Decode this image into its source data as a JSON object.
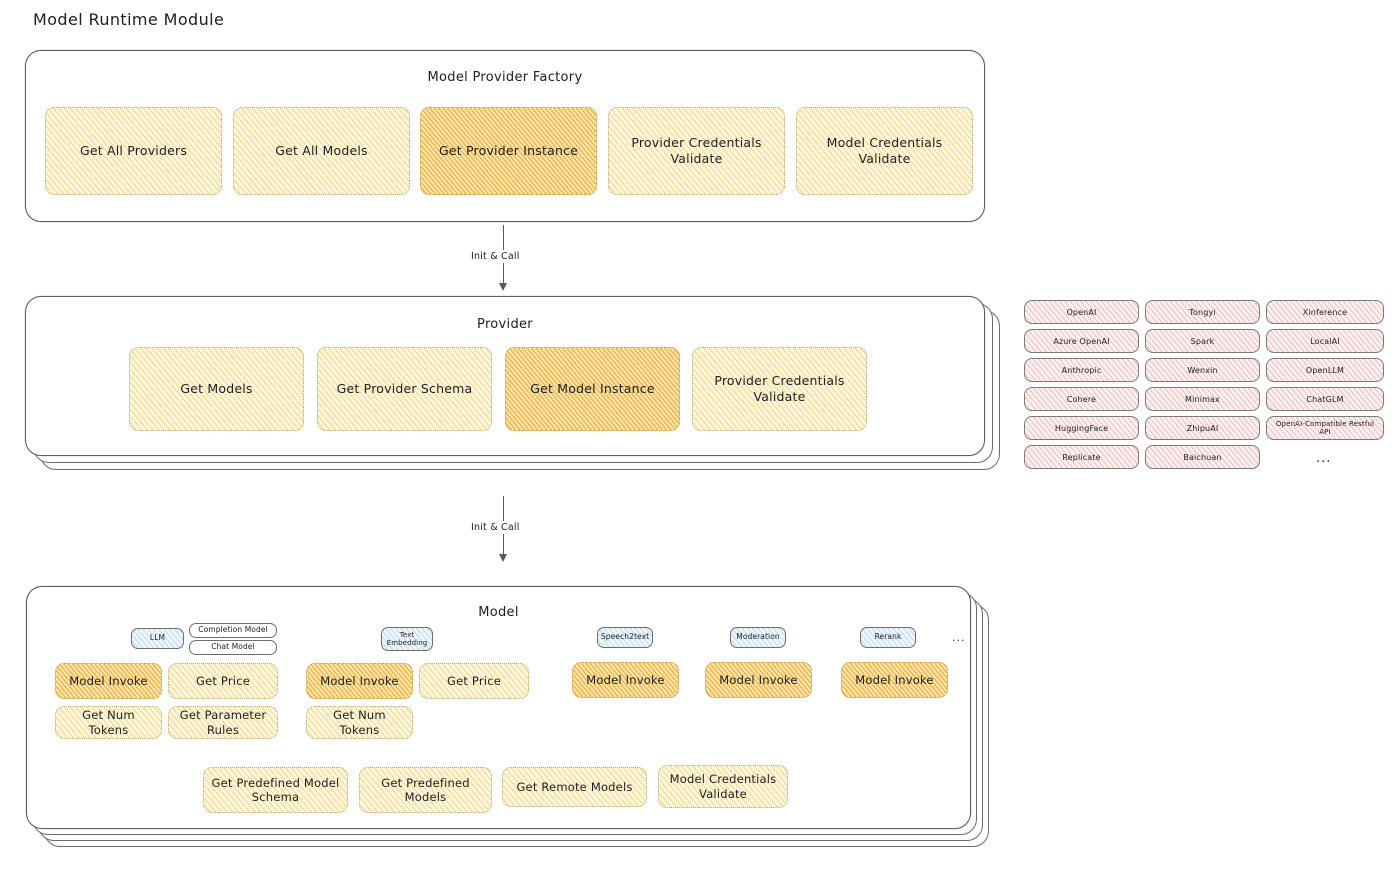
{
  "diagram": {
    "title": "Model Runtime Module",
    "type": "architecture-diagram",
    "colors": {
      "highlight_fill": "#f3c76a",
      "node_fill": "#fdf6de",
      "provider_fill": "#fdf0f0",
      "chip_fill": "#eef6fc",
      "stroke": "#5c5c5c",
      "text": "#1e1e1e"
    }
  },
  "layers": {
    "factory": {
      "title": "Model Provider Factory",
      "nodes": [
        {
          "label": "Get All Providers",
          "highlighted": false
        },
        {
          "label": "Get All Models",
          "highlighted": false
        },
        {
          "label": "Get Provider Instance",
          "highlighted": true
        },
        {
          "label": "Provider Credentials Validate",
          "highlighted": false
        },
        {
          "label": "Model Credentials Validate",
          "highlighted": false
        }
      ]
    },
    "provider": {
      "title": "Provider",
      "stacked": true,
      "nodes": [
        {
          "label": "Get Models",
          "highlighted": false
        },
        {
          "label": "Get Provider Schema",
          "highlighted": false
        },
        {
          "label": "Get Model Instance",
          "highlighted": true
        },
        {
          "label": "Provider Credentials Validate",
          "highlighted": false
        }
      ]
    },
    "model": {
      "title": "Model",
      "stacked": true,
      "model_types": [
        {
          "name": "LLM",
          "subtypes": [
            "Completion Model",
            "Chat Model"
          ],
          "methods": [
            {
              "label": "Model Invoke",
              "highlighted": true
            },
            {
              "label": "Get Price",
              "highlighted": false
            },
            {
              "label": "Get Num Tokens",
              "highlighted": false
            },
            {
              "label": "Get Parameter Rules",
              "highlighted": false
            }
          ]
        },
        {
          "name": "Text Embedding",
          "subtypes": [],
          "methods": [
            {
              "label": "Model Invoke",
              "highlighted": true
            },
            {
              "label": "Get Price",
              "highlighted": false
            },
            {
              "label": "Get Num Tokens",
              "highlighted": false
            }
          ]
        },
        {
          "name": "Speech2text",
          "subtypes": [],
          "methods": [
            {
              "label": "Model Invoke",
              "highlighted": true
            }
          ]
        },
        {
          "name": "Moderation",
          "subtypes": [],
          "methods": [
            {
              "label": "Model Invoke",
              "highlighted": true
            }
          ]
        },
        {
          "name": "Rerank",
          "subtypes": [],
          "methods": [
            {
              "label": "Model Invoke",
              "highlighted": true
            }
          ]
        }
      ],
      "more_indicator": "...",
      "common_methods": [
        "Get Predefined Model Schema",
        "Get Predefined Models",
        "Get Remote Models",
        "Model Credentials Validate"
      ]
    }
  },
  "arrows": [
    {
      "label": "Init & Call",
      "from": "factory",
      "to": "provider"
    },
    {
      "label": "Init & Call",
      "from": "provider",
      "to": "model"
    }
  ],
  "provider_list": {
    "more_indicator": "...",
    "columns": [
      {
        "items": [
          "OpenAI",
          "Azure OpenAI",
          "Anthropic",
          "Cohere",
          "HuggingFace",
          "Replicate"
        ]
      },
      {
        "items": [
          "Tongyi",
          "Spark",
          "Wenxin",
          "Minimax",
          "ZhipuAI",
          "Baichuan"
        ]
      },
      {
        "items": [
          "Xinference",
          "LocalAI",
          "OpenLLM",
          "ChatGLM",
          "OpenAI-Compatible Restful API"
        ]
      }
    ]
  }
}
